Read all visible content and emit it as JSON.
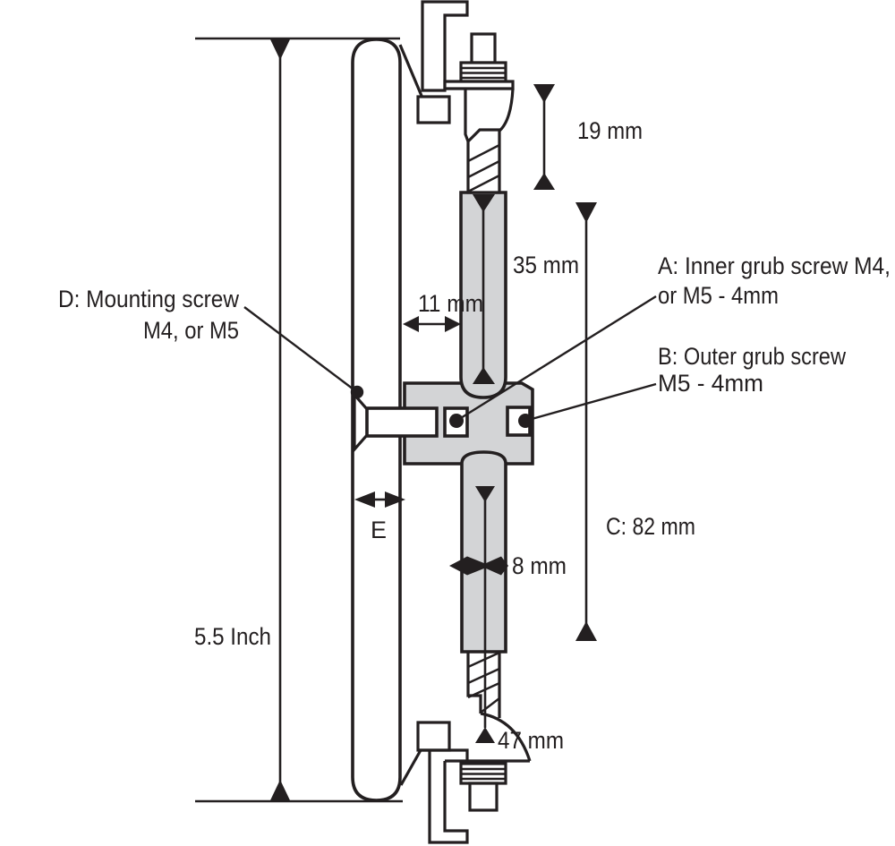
{
  "figure": {
    "type": "technical-drawing",
    "subject": "Panel meter dial, shaft and hub mounting cross-section",
    "background_color": "#ffffff",
    "line_color": "#231f20",
    "metal_fill_color": "#d3d4d6"
  },
  "dimensions": {
    "thread_top": "19 mm",
    "sleeve_top": "35 mm",
    "dial_to_hub": "11 mm",
    "shaft_overall": "C: 82 mm",
    "shaft_diameter": "8 mm",
    "shaft_lower": "47 mm",
    "dial_diameter": "5.5 Inch",
    "dial_thickness": "E"
  },
  "callouts": {
    "a_line1": "A: Inner grub screw M4,",
    "a_line2": "or M5 - 4mm",
    "b_line1": "B: Outer grub screw",
    "b_line2": "M5 -  4mm",
    "d_line1": "D: Mounting screw",
    "d_line2": "M4, or M5"
  }
}
